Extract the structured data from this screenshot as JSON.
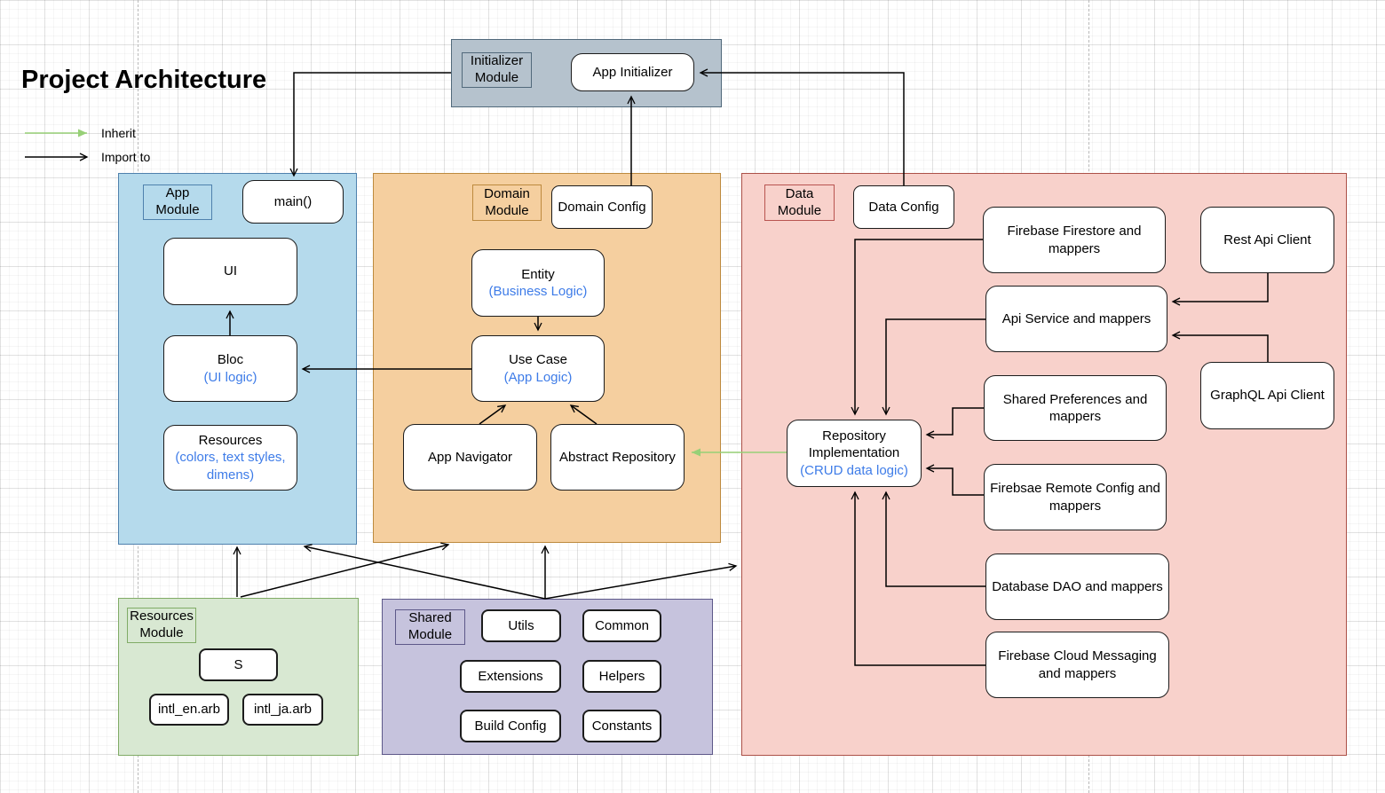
{
  "title": "Project Architecture",
  "legend": {
    "inherit": "Inherit",
    "import_to": "Import to"
  },
  "colors": {
    "inherit_arrow": "#97d077",
    "import_arrow": "#000000",
    "subtitle_text": "#3e7ce8",
    "initializer_fill": "#b5c2cd",
    "initializer_border": "#51697b",
    "app_fill": "#b5daec",
    "app_border": "#4f81ad",
    "domain_fill": "#f5cf9f",
    "domain_border": "#bd8a3e",
    "data_fill": "#f8d1cb",
    "data_border": "#b85450",
    "resources_fill": "#d8e8d2",
    "resources_border": "#80ab66",
    "shared_fill": "#c6c3dd",
    "shared_border": "#5d5889"
  },
  "modules": {
    "initializer": {
      "label": "Initializer Module",
      "nodes": {
        "app_initializer": "App Initializer"
      }
    },
    "app": {
      "label": "App Module",
      "nodes": {
        "main": "main()",
        "ui": "UI",
        "bloc": {
          "title": "Bloc",
          "sub": "(UI logic)"
        },
        "resources": {
          "title": "Resources",
          "sub": "(colors, text styles, dimens)"
        }
      }
    },
    "domain": {
      "label": "Domain Module",
      "nodes": {
        "domain_config": "Domain Config",
        "entity": {
          "title": "Entity",
          "sub": "(Business Logic)"
        },
        "use_case": {
          "title": "Use Case",
          "sub": "(App Logic)"
        },
        "app_navigator": "App Navigator",
        "abstract_repository": "Abstract Repository"
      }
    },
    "data": {
      "label": "Data Module",
      "nodes": {
        "data_config": "Data Config",
        "firebase_firestore": "Firebase Firestore and mappers",
        "rest_api_client": "Rest Api Client",
        "api_service": "Api Service and mappers",
        "graphql_api_client": "GraphQL Api Client",
        "shared_preferences": "Shared Preferences and mappers",
        "firebase_remote_config": "Firebsae Remote Config and mappers",
        "repository_implementation": {
          "title": "Repository Implementation",
          "sub": "(CRUD data logic)"
        },
        "database_dao": "Database DAO and mappers",
        "firebase_cloud_messaging": "Firebase Cloud Messaging and mappers"
      }
    },
    "resources": {
      "label": "Resources Module",
      "nodes": {
        "s": "S",
        "intl_en": "intl_en.arb",
        "intl_ja": "intl_ja.arb"
      }
    },
    "shared": {
      "label": "Shared Module",
      "nodes": {
        "utils": "Utils",
        "common": "Common",
        "extensions": "Extensions",
        "helpers": "Helpers",
        "build_config": "Build Config",
        "constants": "Constants"
      }
    }
  },
  "edges_import": [
    "M508,82 H331 V198",
    "M711,209 V109",
    "M1018,209 V82 H789",
    "M259,378 V351",
    "M531,416 H341",
    "M606,357 V372",
    "M540,478 L569,457",
    "M672,478 L643,457",
    "M267,673 V617",
    "M271,673 L505,614",
    "M614,675 L343,616",
    "M614,675 V616",
    "M614,675 L829,638",
    "M1107,270 H963 V467",
    "M1110,360 H998 V467",
    "M1428,307 V340 H1321",
    "M1428,410 V378 H1321",
    "M1108,460 H1073 V490 H1044",
    "M1108,558 H1073 V528 H1044",
    "M1110,661 H998 V555",
    "M1110,750 H963 V555",
    "M28,177 H98"
  ],
  "edges_inherit": [
    "M886,510 H779",
    "M28,150 H98"
  ]
}
